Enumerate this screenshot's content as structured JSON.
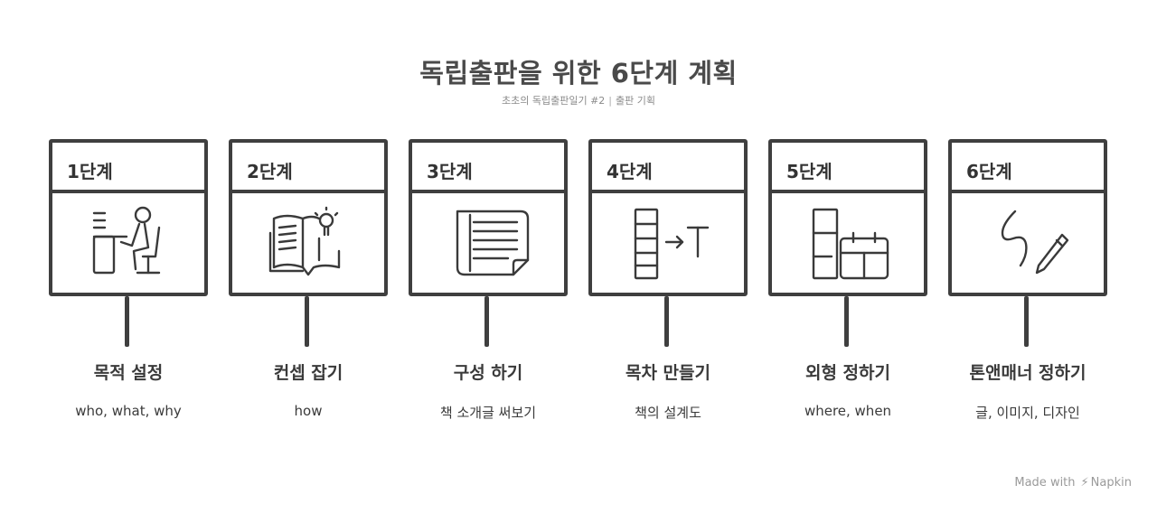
{
  "title": "독립출판을 위한 6단계 계획",
  "subtitle": {
    "series": "초초의 독립출판일기 #2",
    "separator": "|",
    "category": "출판 기획"
  },
  "steps": [
    {
      "step": "1단계",
      "label": "목적 설정",
      "sub": "who, what, why",
      "icon": "person-at-desk-icon"
    },
    {
      "step": "2단계",
      "label": "컨셉 잡기",
      "sub": "how",
      "icon": "book-lightbulb-icon"
    },
    {
      "step": "3단계",
      "label": "구성 하기",
      "sub": "책 소개글 써보기",
      "icon": "document-lines-icon"
    },
    {
      "step": "4단계",
      "label": "목차 만들기",
      "sub": "책의 설계도",
      "icon": "list-to-text-icon"
    },
    {
      "step": "5단계",
      "label": "외형 정하기",
      "sub": "where, when",
      "icon": "list-calendar-icon"
    },
    {
      "step": "6단계",
      "label": "톤앤매너 정하기",
      "sub": "글, 이미지, 디자인",
      "icon": "squiggle-pen-icon"
    }
  ],
  "footer": {
    "made_with": "Made with",
    "brand": "Napkin"
  }
}
